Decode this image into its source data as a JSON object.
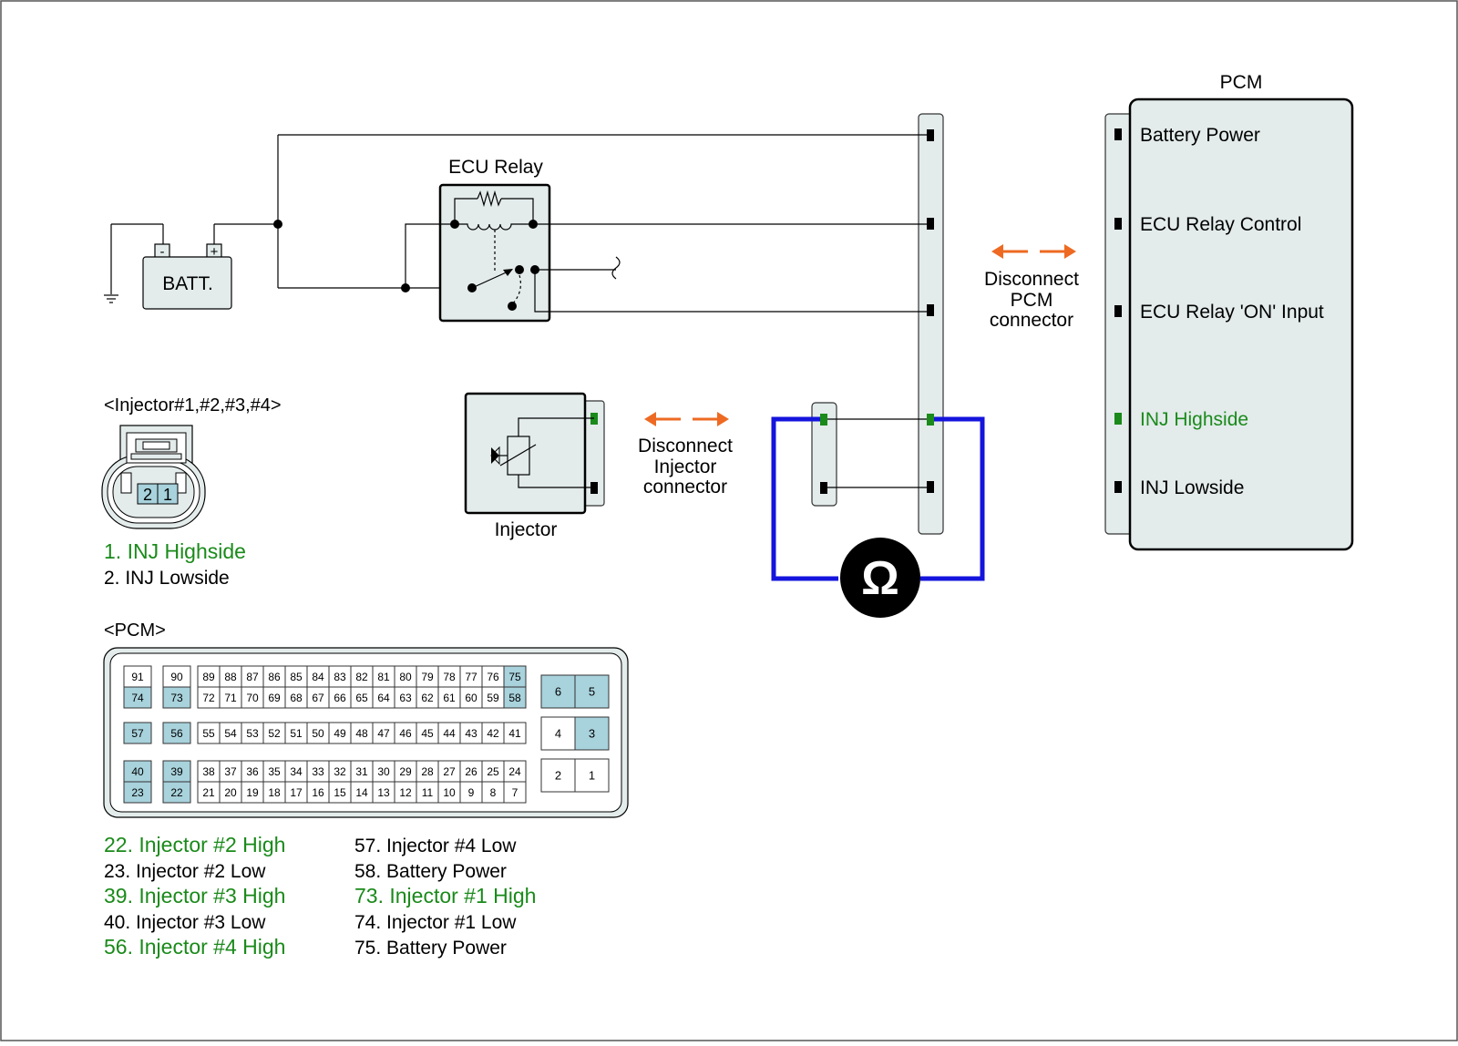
{
  "colors": {
    "green": "#1a8a1a",
    "blue": "#1414dd",
    "orange": "#ee6a22",
    "panel_fill": "#e3ebeb",
    "pin_fill": "#a8d2dc",
    "black": "#000000"
  },
  "labels": {
    "pcm_title": "PCM",
    "ecu_relay_title": "ECU Relay",
    "batt": "BATT.",
    "batt_minus": "-",
    "batt_plus": "+",
    "injector_label": "Injector",
    "ohm_symbol": "Ω",
    "injector_connector_title": "<Injector#1,#2,#3,#4>",
    "pcm_connector_title": "<PCM>"
  },
  "pcm_pins": [
    {
      "label": "Battery Power",
      "highlight": false
    },
    {
      "label": "ECU Relay Control",
      "highlight": false
    },
    {
      "label": "ECU Relay 'ON' Input",
      "highlight": false
    },
    {
      "label": "INJ Highside",
      "highlight": true
    },
    {
      "label": "INJ Lowside",
      "highlight": false
    }
  ],
  "disconnect_pcm": [
    "Disconnect",
    "PCM",
    "connector"
  ],
  "disconnect_injector": [
    "Disconnect",
    "Injector",
    "connector"
  ],
  "injector_pins": {
    "numbers": [
      "2",
      "1"
    ],
    "legend": [
      {
        "text": "1. INJ Highside",
        "highlight": true
      },
      {
        "text": "2. INJ Lowside",
        "highlight": false
      }
    ]
  },
  "pcm_connector": {
    "single_pins": [
      {
        "label": "91",
        "hl": false
      },
      {
        "label": "74",
        "hl": true
      },
      {
        "label": "90",
        "hl": false
      },
      {
        "label": "73",
        "hl": true
      },
      {
        "label": "57",
        "hl": true
      },
      {
        "label": "56",
        "hl": true
      },
      {
        "label": "40",
        "hl": true
      },
      {
        "label": "23",
        "hl": true
      },
      {
        "label": "39",
        "hl": true
      },
      {
        "label": "22",
        "hl": true
      }
    ],
    "row_1": [
      "89",
      "88",
      "87",
      "86",
      "85",
      "84",
      "83",
      "82",
      "81",
      "80",
      "79",
      "78",
      "77",
      "76",
      "75"
    ],
    "row_2": [
      "72",
      "71",
      "70",
      "69",
      "68",
      "67",
      "66",
      "65",
      "64",
      "63",
      "62",
      "61",
      "60",
      "59",
      "58"
    ],
    "row_3": [
      "55",
      "54",
      "53",
      "52",
      "51",
      "50",
      "49",
      "48",
      "47",
      "46",
      "45",
      "44",
      "43",
      "42",
      "41"
    ],
    "row_4": [
      "38",
      "37",
      "36",
      "35",
      "34",
      "33",
      "32",
      "31",
      "30",
      "29",
      "28",
      "27",
      "26",
      "25",
      "24"
    ],
    "row_5": [
      "21",
      "20",
      "19",
      "18",
      "17",
      "16",
      "15",
      "14",
      "13",
      "12",
      "11",
      "10",
      "9",
      "8",
      "7"
    ],
    "highlighted": [
      "75",
      "58"
    ],
    "big_pins": [
      {
        "label": "6",
        "hl": true
      },
      {
        "label": "5",
        "hl": true
      },
      {
        "label": "4",
        "hl": false
      },
      {
        "label": "3",
        "hl": true
      },
      {
        "label": "2",
        "hl": false
      },
      {
        "label": "1",
        "hl": false
      }
    ]
  },
  "pcm_legend_left": [
    {
      "text": "22. Injector #2 High",
      "highlight": true
    },
    {
      "text": "23. Injector #2 Low",
      "highlight": false
    },
    {
      "text": "39. Injector #3 High",
      "highlight": true
    },
    {
      "text": "40. Injector #3 Low",
      "highlight": false
    },
    {
      "text": "56. Injector #4 High",
      "highlight": true
    }
  ],
  "pcm_legend_right": [
    {
      "text": "57. Injector #4 Low",
      "highlight": false
    },
    {
      "text": "58. Battery Power",
      "highlight": false
    },
    {
      "text": "73. Injector #1 High",
      "highlight": true
    },
    {
      "text": "74. Injector #1 Low",
      "highlight": false
    },
    {
      "text": "75. Battery Power",
      "highlight": false
    }
  ]
}
